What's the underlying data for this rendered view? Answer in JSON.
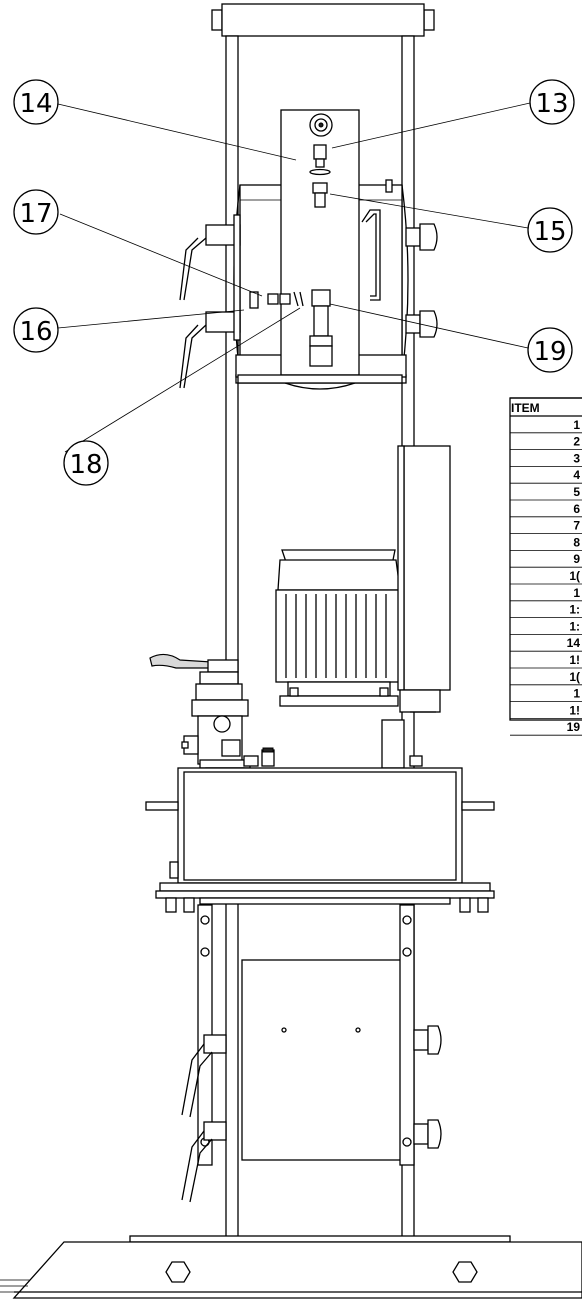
{
  "balloons": [
    {
      "label": "14"
    },
    {
      "label": "13"
    },
    {
      "label": "17"
    },
    {
      "label": "15"
    },
    {
      "label": "16"
    },
    {
      "label": "19"
    },
    {
      "label": "18"
    }
  ],
  "bom": {
    "header": "ITEM",
    "items": [
      "1",
      "2",
      "3",
      "4",
      "5",
      "6",
      "7",
      "8",
      "9",
      "1(",
      "1",
      "1:",
      "1:",
      "14",
      "1!",
      "1(",
      "1",
      "1!",
      "19"
    ]
  }
}
